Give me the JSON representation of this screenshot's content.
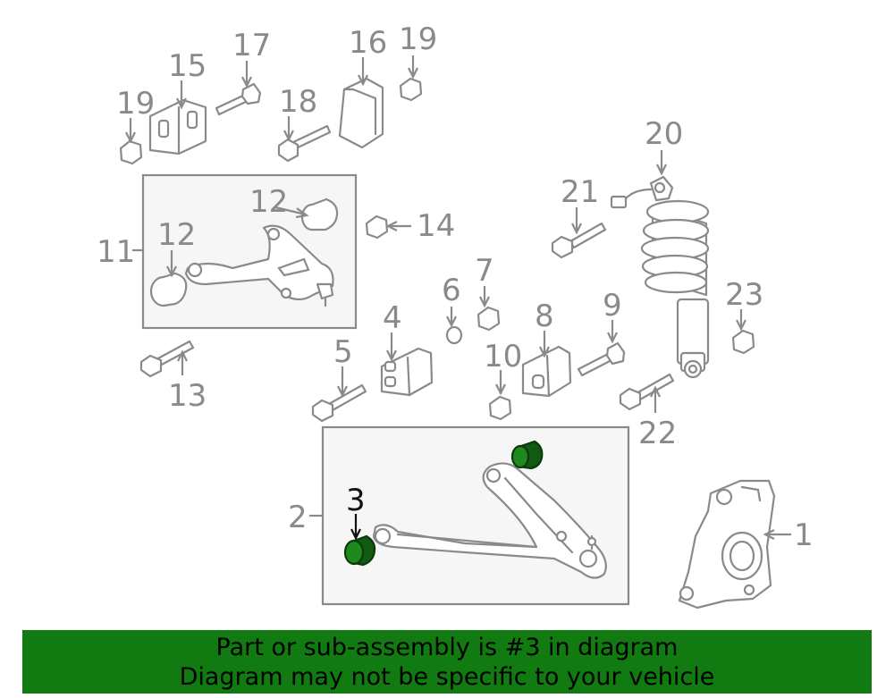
{
  "highlight_color": "#117a11",
  "highlight_part": "3",
  "callouts": {
    "c1": "1",
    "c2": "2",
    "c3": "3",
    "c4": "4",
    "c5": "5",
    "c6": "6",
    "c7": "7",
    "c8": "8",
    "c9": "9",
    "c10": "10",
    "c11": "11",
    "c12a": "12",
    "c12b": "12",
    "c13": "13",
    "c14": "14",
    "c15": "15",
    "c16": "16",
    "c17": "17",
    "c18": "18",
    "c19a": "19",
    "c19b": "19",
    "c20": "20",
    "c21": "21",
    "c22": "22",
    "c23": "23"
  },
  "banner": {
    "line1": "Part or sub-assembly is #3 in diagram",
    "line2": "Diagram may not be specific to your vehicle"
  }
}
